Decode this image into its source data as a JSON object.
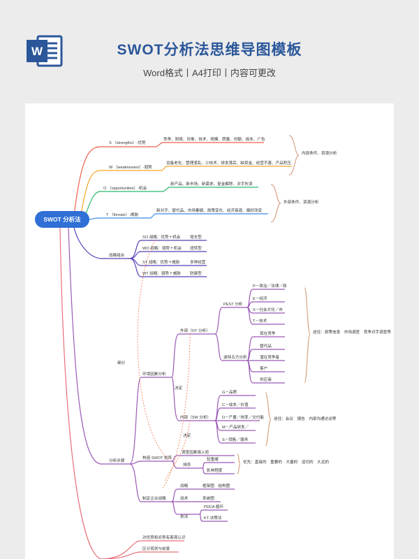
{
  "header": {
    "title": "SWOT分析法思维导图模板",
    "subtitle": "Word格式丨A4打印丨内容可更改",
    "icon": "word-icon",
    "brand_color": "#2b579a"
  },
  "mindmap": {
    "root": "SWOT 分析法",
    "root_color": "#2f6fd6",
    "s_branch": "S （strengths）-优势",
    "s_items": "竞争、财政、形象、技术、规模、质量、份额、成本、广告",
    "w_branch": "W （weaknesses）-弱势",
    "w_items": "设备老化、管理混乱、少技术、研发落后、缺资金、经营不善、产品积压",
    "o_branch": "O （opportunities）-机会",
    "o_items": "新产品、新市场、新需求、复金解除、对手失误",
    "t_branch": "T （threats）-威胁",
    "t_items": "新对手、替代品、市场萎缩、政策变化、经济衰退、偏好改变",
    "internal_note": "内部条件、资源分析",
    "external_note": "外部条件、资源分析",
    "strategy_combo": "战略组合",
    "so": "SO 战略：优势＋机会",
    "so_r": "增长型",
    "wo": "WO 战略：弱势＋机会",
    "wo_r": "扭转型",
    "st": "ST 战略：优势＋威胁",
    "st_r": "多种经营",
    "wt": "WT 战略：弱势＋威胁",
    "wt_r": "防御型",
    "steps": "分析步骤",
    "env": "环境因素分析",
    "subdivide": "细分",
    "decide": "决定",
    "external_ot": "外部（OT 分析）",
    "pest": "PEST 分析",
    "p": "P－政治／法律／政",
    "e": "E－经济",
    "s_soc": "S－社会文化／市",
    "t_tech": "T－技术",
    "five": "波特五力分析",
    "comp": "现在竞争",
    "sub": "替代品",
    "pot": "潜在竞争者",
    "cust": "客户",
    "sup": "供应商",
    "ext_route": "途径：政策信息　市场调查　竞争对手调查等",
    "internal_sw": "内部（SW 分析）",
    "g": "G－品质",
    "c": "C－成本／价值",
    "d": "D－产量／效率／交付能",
    "m": "M－产品研发／",
    "s_sales": "S－销售／服务",
    "int_route": "途径：会议　报告　内部沟通访谈等",
    "build": "构造 SWOT 矩阵",
    "survey": "调查因素填入矩",
    "order": "排序",
    "urgency": "轻重缓",
    "impact": "影响程度",
    "priority": "优先：直接的　重要的　大量的　迫切的　久远的",
    "make": "制定企业战略",
    "strategy": "战略",
    "strategy_x": "框架图　结构图",
    "tactic": "战术",
    "tactic_x": "系统图",
    "exec": "执法",
    "pdca": "PDCA 循环",
    "kt": "KT 决策法",
    "b1": "对优势和劣势有客观认识",
    "b2": "区分现状与前景"
  }
}
